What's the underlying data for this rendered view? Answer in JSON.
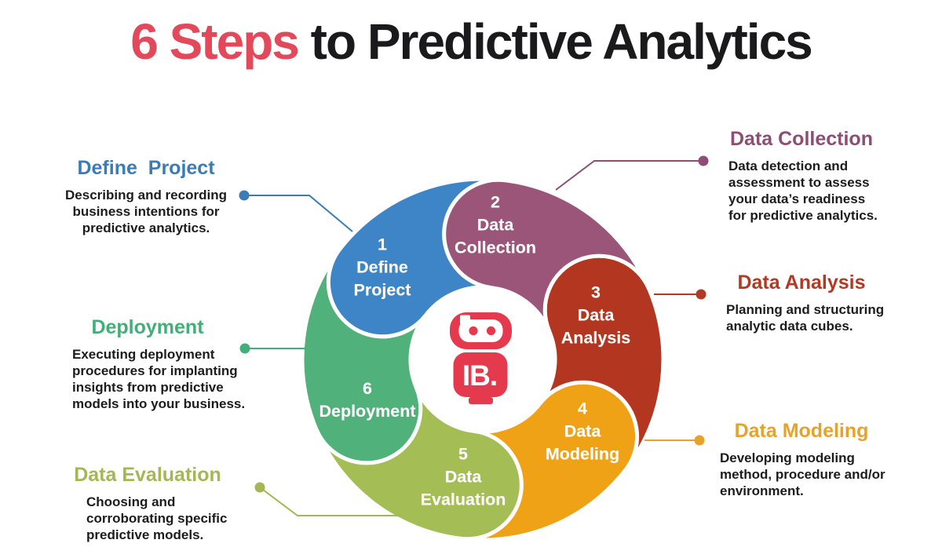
{
  "title": {
    "highlight": "6 Steps",
    "rest": "to Predictive Analytics"
  },
  "logo": {
    "text": "IB.",
    "color": "#e5394e"
  },
  "steps": [
    {
      "num": "1",
      "petal_label": "1\nDefine\nProject",
      "heading": "Define  Project",
      "description": "Describing and recording\nbusiness intentions for\npredictive analytics.",
      "petal_color": "#3d85c6",
      "accent_color": "#3a7cb8"
    },
    {
      "num": "2",
      "petal_label": "2\nData\nCollection",
      "heading": "Data Collection",
      "description": "Data detection and\nassessment to assess\nyour data’s readiness\nfor predictive analytics.",
      "petal_color": "#9a5578",
      "accent_color": "#8e4d74"
    },
    {
      "num": "3",
      "petal_label": "3\nData\nAnalysis",
      "heading": "Data Analysis",
      "description": "Planning and structuring\nanalytic data cubes.",
      "petal_color": "#b23620",
      "accent_color": "#b23a24"
    },
    {
      "num": "4",
      "petal_label": "4\nData\nModeling",
      "heading": "Data Modeling",
      "description": "Developing modeling\nmethod, procedure and/or\nenvironment.",
      "petal_color": "#efa216",
      "accent_color": "#e7a329"
    },
    {
      "num": "5",
      "petal_label": "5\nData\nEvaluation",
      "heading": "Data Evaluation",
      "description": "Choosing and\ncorroborating specific\npredictive models.",
      "petal_color": "#a4bd55",
      "accent_color": "#a3b754"
    },
    {
      "num": "6",
      "petal_label": "6\nDeployment",
      "heading": "Deployment",
      "description": "Executing deployment\nprocedures for implanting\ninsights from predictive\nmodels into your business.",
      "petal_color": "#50b17a",
      "accent_color": "#42ae78"
    }
  ]
}
